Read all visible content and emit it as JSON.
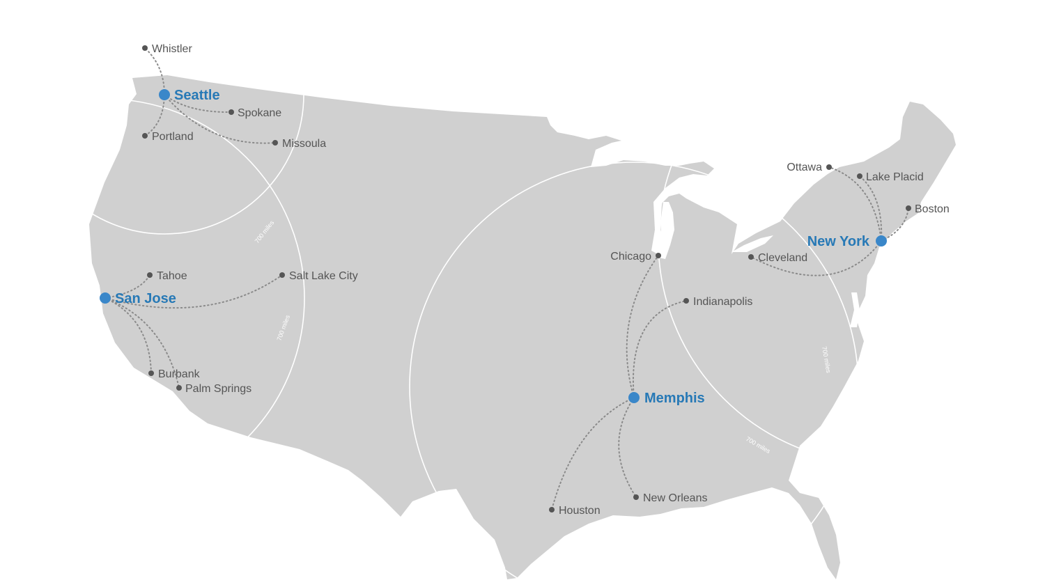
{
  "map": {
    "colors": {
      "land": "#d0d0d0",
      "hub": "#3a87c9",
      "hub_text": "#2779b6",
      "city": "#555555",
      "route": "#8a8a8a",
      "ring": "#ffffff"
    },
    "hubs": [
      {
        "id": "seattle",
        "label": "Seattle"
      },
      {
        "id": "san-jose",
        "label": "San Jose"
      },
      {
        "id": "memphis",
        "label": "Memphis"
      },
      {
        "id": "new-york",
        "label": "New York"
      }
    ],
    "cities": [
      {
        "id": "whistler",
        "label": "Whistler",
        "hub": "seattle"
      },
      {
        "id": "spokane",
        "label": "Spokane",
        "hub": "seattle"
      },
      {
        "id": "portland",
        "label": "Portland",
        "hub": "seattle"
      },
      {
        "id": "missoula",
        "label": "Missoula",
        "hub": "seattle"
      },
      {
        "id": "tahoe",
        "label": "Tahoe",
        "hub": "san-jose"
      },
      {
        "id": "salt-lake-city",
        "label": "Salt Lake City",
        "hub": "san-jose"
      },
      {
        "id": "burbank",
        "label": "Burbank",
        "hub": "san-jose"
      },
      {
        "id": "palm-springs",
        "label": "Palm Springs",
        "hub": "san-jose"
      },
      {
        "id": "chicago",
        "label": "Chicago",
        "hub": "memphis"
      },
      {
        "id": "indianapolis",
        "label": "Indianapolis",
        "hub": "memphis"
      },
      {
        "id": "houston",
        "label": "Houston",
        "hub": "memphis"
      },
      {
        "id": "new-orleans",
        "label": "New Orleans",
        "hub": "memphis"
      },
      {
        "id": "ottawa",
        "label": "Ottawa",
        "hub": "new-york"
      },
      {
        "id": "lake-placid",
        "label": "Lake Placid",
        "hub": "new-york"
      },
      {
        "id": "boston",
        "label": "Boston",
        "hub": "new-york"
      },
      {
        "id": "cleveland",
        "label": "Cleveland",
        "hub": "new-york"
      }
    ],
    "radius_labels": [
      "700 miles",
      "700 miles",
      "700 miles",
      "700 miles"
    ]
  }
}
